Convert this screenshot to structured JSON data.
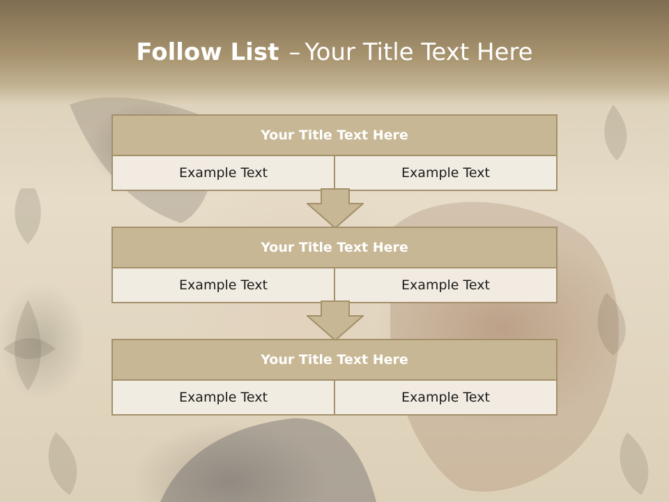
{
  "slide": {
    "title_bold": "Follow List",
    "title_dash": "–",
    "title_rest": "Your Title Text Here"
  },
  "blocks": [
    {
      "title": "Your Title Text Here",
      "left": "Example Text",
      "right": "Example Text"
    },
    {
      "title": "Your Title Text Here",
      "left": "Example Text",
      "right": "Example Text"
    },
    {
      "title": "Your Title Text Here",
      "left": "Example Text",
      "right": "Example Text"
    }
  ],
  "colors": {
    "header_dark": "#7e6d51",
    "box_header": "#c8b794",
    "box_border": "#a38f6a",
    "cell_background": "#f1ece2"
  }
}
